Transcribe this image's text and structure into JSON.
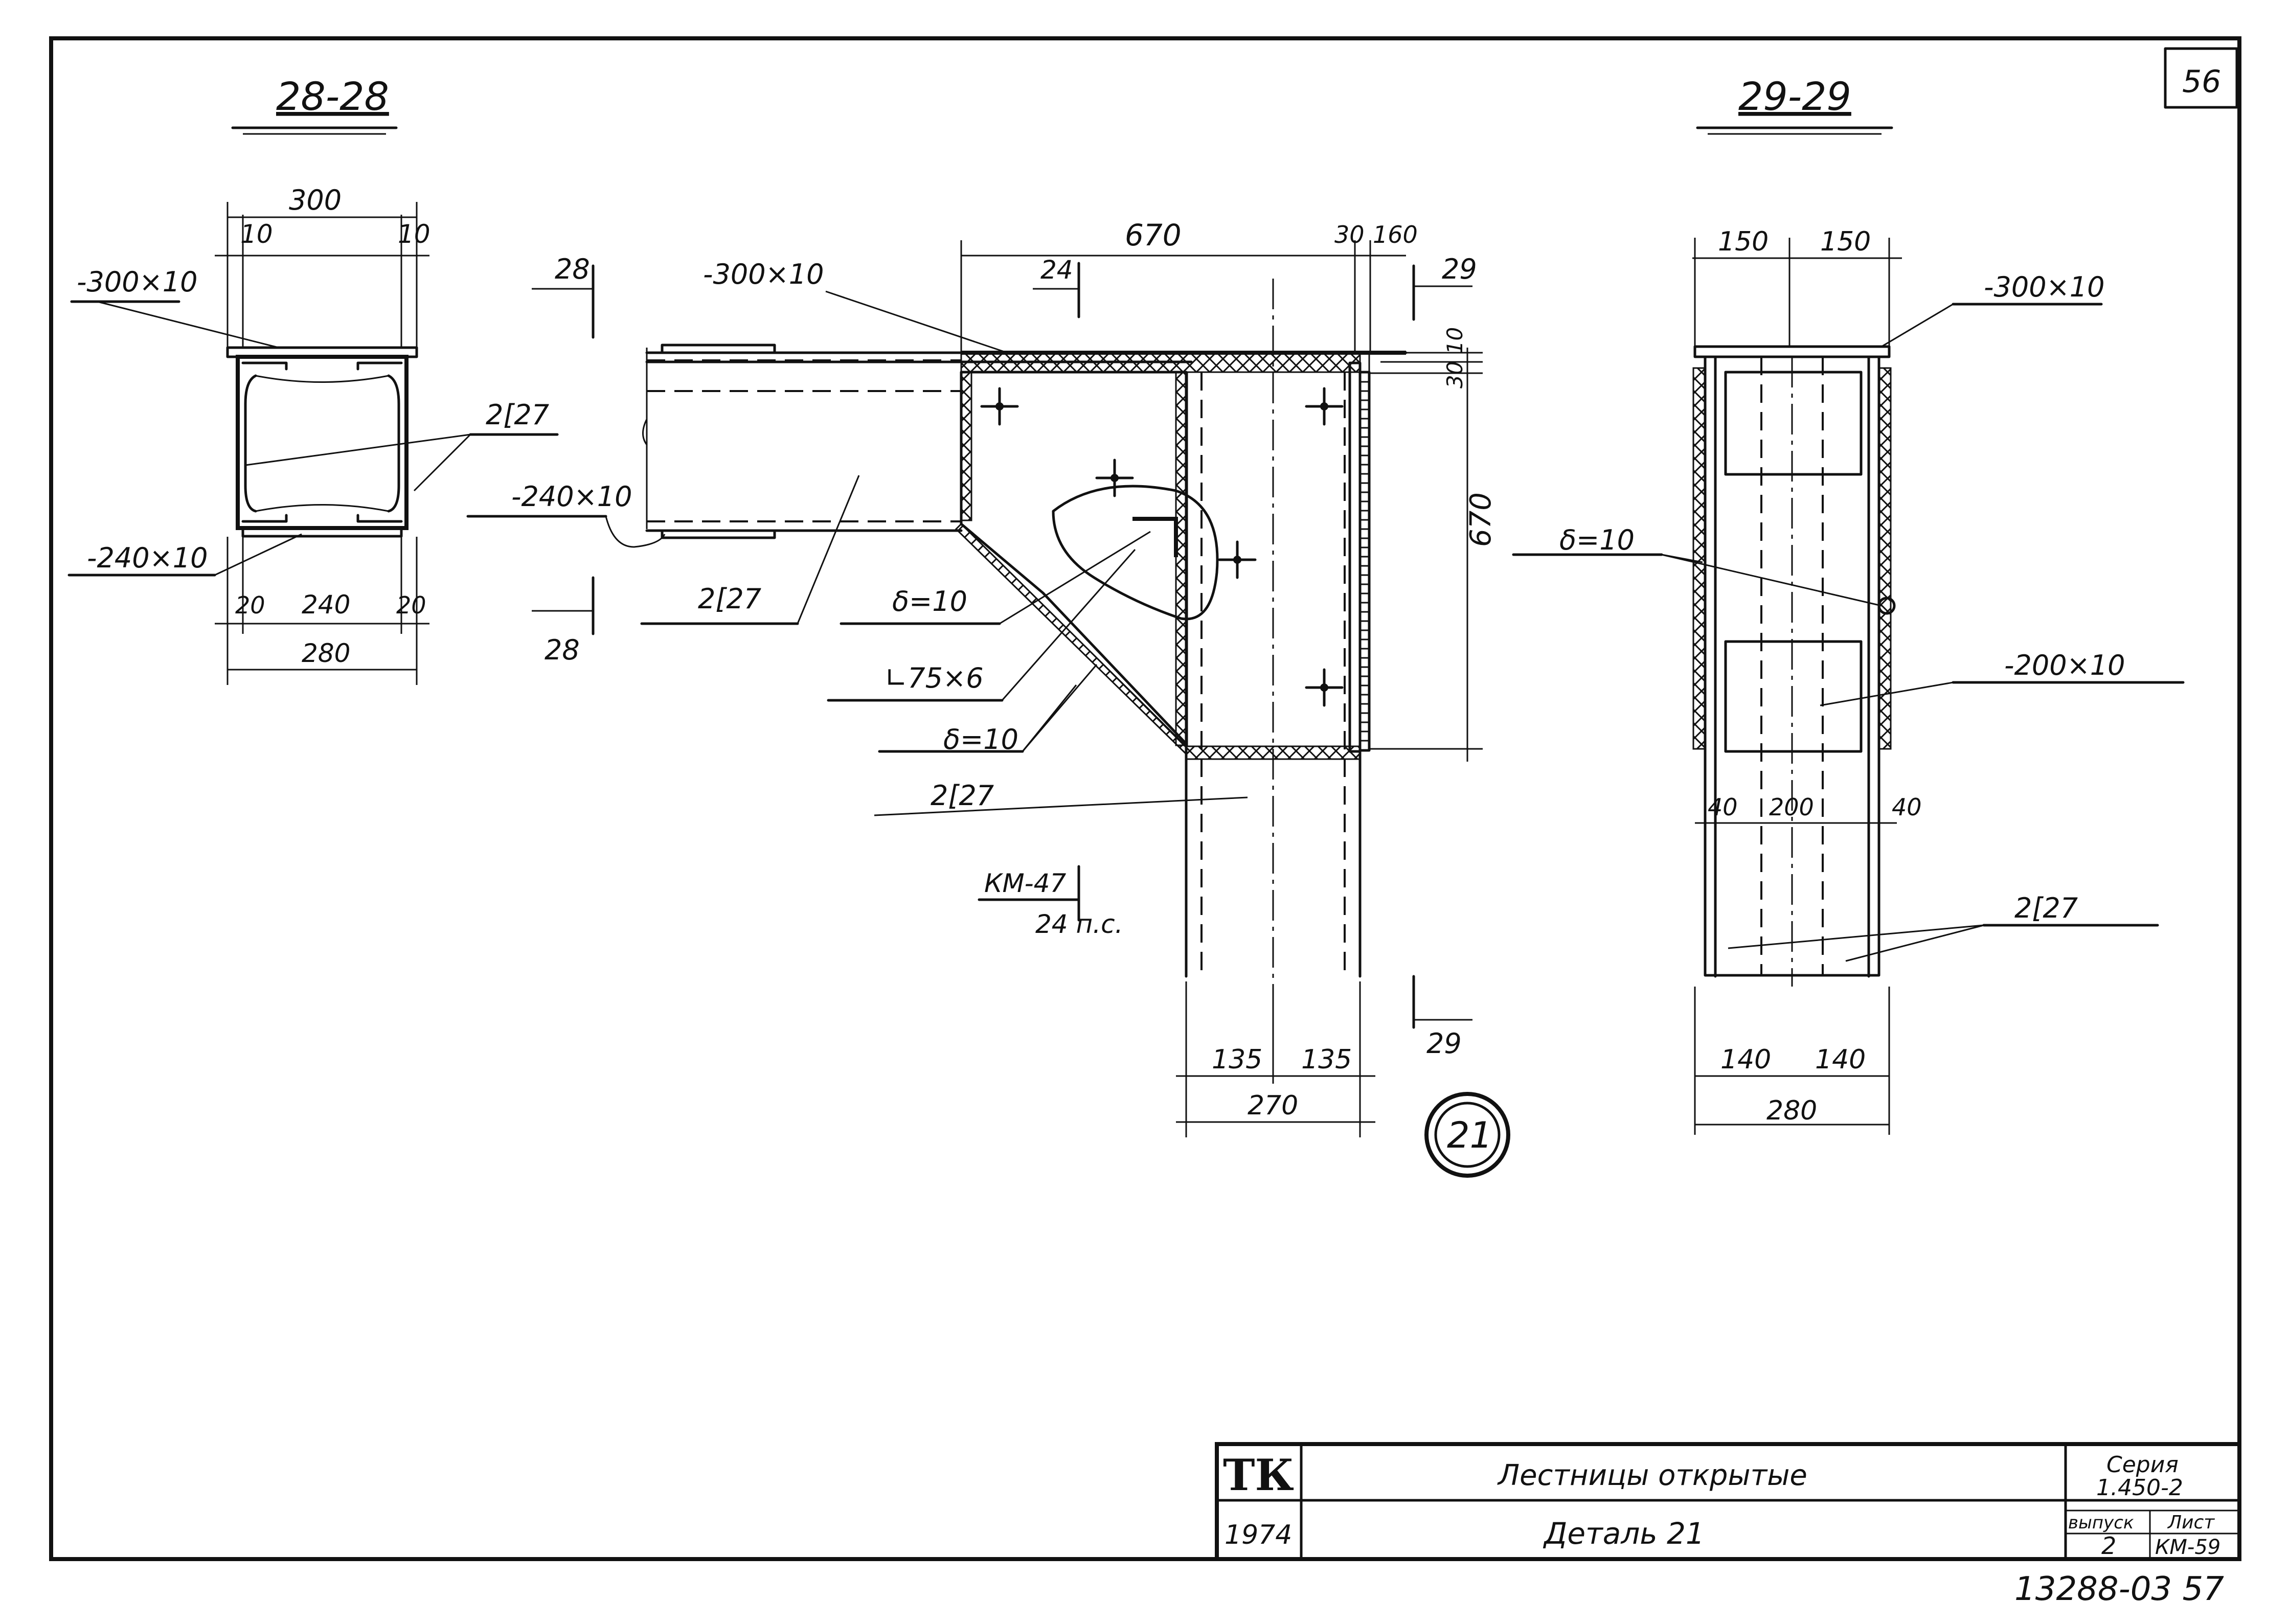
{
  "sheet": {
    "sheet_number": "56",
    "doc_number": "13288-03 57"
  },
  "section_28": {
    "title": "28-28",
    "dims": {
      "top": "300",
      "left_gap": "10",
      "right_gap": "10",
      "bottom_left": "20",
      "bottom_mid": "240",
      "bottom_right": "20",
      "bottom_total": "280"
    },
    "labels": {
      "top_plate": "-300×10",
      "channel": "2[27",
      "bottom_plate": "-240×10"
    }
  },
  "detail": {
    "cut_28_top": "28",
    "cut_28_bottom": "28",
    "cut_29_top": "29",
    "cut_29_bottom": "29",
    "dims": {
      "top_width": "670",
      "dim_30": "30",
      "dim_160": "160",
      "tick_24": "24",
      "right_height": "670",
      "dim_30_10": "30 10",
      "bot_135a": "135",
      "bot_135b": "135",
      "bot_270": "270"
    },
    "labels": {
      "top_plate": "-300×10",
      "bottom_plate": "-240×10",
      "beam_channel": "2[27",
      "delta_1": "δ=10",
      "angle": "∟75×6",
      "delta_2": "δ=10",
      "column_channel": "2[27",
      "ref_km": "КМ-47",
      "ref_sheet": "24 п.с."
    },
    "detail_mark": "21"
  },
  "section_29": {
    "title": "29-29",
    "dims": {
      "top_left": "150",
      "top_right": "150",
      "mid_left": "40",
      "mid_center": "200",
      "mid_right": "40",
      "bot_left": "140",
      "bot_right": "140",
      "bot_total": "280"
    },
    "labels": {
      "top_plate": "-300×10",
      "delta": "δ=10",
      "side_plate": "-200×10",
      "channel": "2[27"
    }
  },
  "title_block": {
    "logo": "ТК",
    "year": "1974",
    "title": "Лестницы открытые",
    "subtitle": "Деталь 21",
    "series_label": "Серия",
    "series_value": "1.450-2",
    "issue_label": "выпуск",
    "issue_value": "2",
    "sheet_label": "Лист",
    "sheet_value": "КМ-59"
  }
}
